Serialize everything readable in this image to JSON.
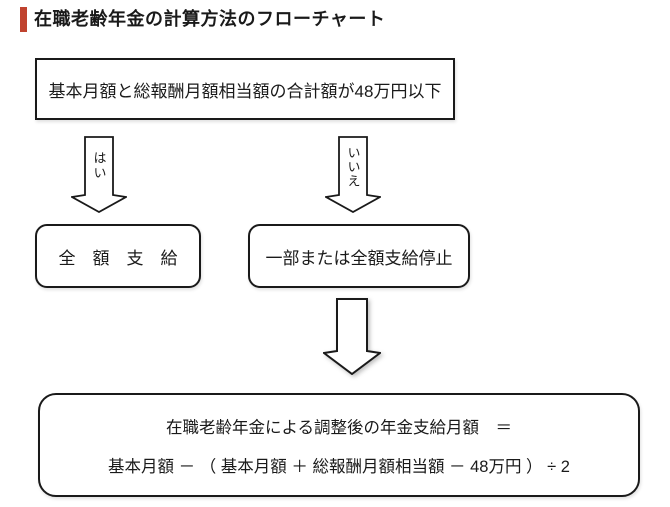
{
  "title": "在職老齢年金の計算方法のフローチャート",
  "colors": {
    "accent_bar": "#c0432f",
    "line": "#1a1a1a",
    "background": "#ffffff"
  },
  "flow": {
    "condition": "基本月額と総報酬月額相当額の合計額が48万円以下",
    "branch_yes": {
      "label": "はい",
      "result": "全　額　支　給"
    },
    "branch_no": {
      "label": "いいえ",
      "result": "一部または全額支給停止"
    },
    "formula": {
      "line1": "在職老齢年金による調整後の年金支給月額　＝",
      "line2": "基本月額 － （ 基本月額 ＋ 総報酬月額相当額 － 48万円 ） ÷ 2"
    }
  }
}
